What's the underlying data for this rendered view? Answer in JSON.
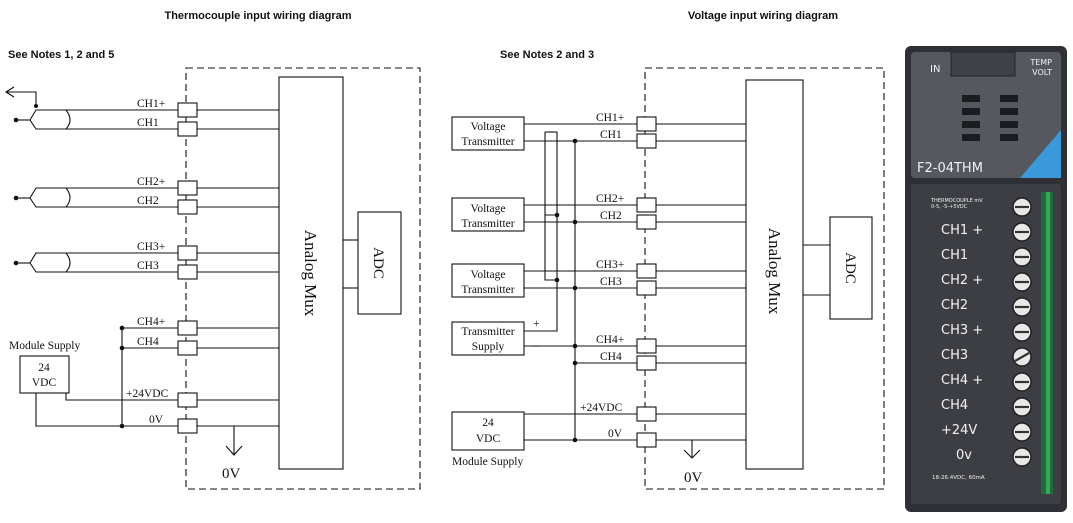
{
  "left": {
    "title": "Thermocouple input wiring diagram",
    "note": "See Notes 1, 2 and 5",
    "terminals": [
      "CH1+",
      "CH1",
      "CH2+",
      "CH2",
      "CH3+",
      "CH3",
      "CH4+",
      "CH4",
      "+24VDC",
      "0V"
    ],
    "mux": "Analog Mux",
    "adc": "ADC",
    "supply_label": "Module Supply",
    "supply_value": "24",
    "supply_unit": "VDC",
    "ground_label": "0V"
  },
  "right": {
    "title": "Voltage input wiring diagram",
    "note": "See Notes 2 and 3",
    "terminals": [
      "CH1+",
      "CH1",
      "CH2+",
      "CH2",
      "CH3+",
      "CH3",
      "CH4+",
      "CH4",
      "+24VDC",
      "0V"
    ],
    "transmitter_line1": "Voltage",
    "transmitter_line2": "Transmitter",
    "tx_supply_line1": "Transmitter",
    "tx_supply_line2": "Supply",
    "plus": "+",
    "minus": "–",
    "mux": "Analog Mux",
    "adc": "ADC",
    "supply_value": "24",
    "supply_unit": "VDC",
    "supply_label": "Module Supply",
    "ground_label": "0V"
  },
  "module": {
    "in_label": "IN",
    "temp_label": "TEMP",
    "volt_label": "VOLT",
    "model": "F2-04THM",
    "type_line1": "THERMOCOUPLE mV",
    "type_line2": "0-5, -5-+5VDC",
    "terminals": [
      "CH1 +",
      "CH1",
      "CH2 +",
      "CH2",
      "CH3 +",
      "CH3",
      "CH4 +",
      "CH4",
      "+24V",
      "0v"
    ],
    "power_rating": "18-26.4VDC, 60mA",
    "accent_color": "#3a9ad9",
    "body_color": "#3c3e44"
  }
}
